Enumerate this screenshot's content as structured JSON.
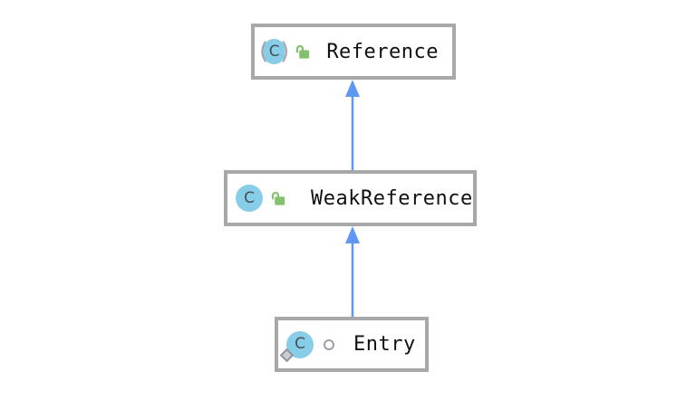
{
  "nodes": [
    {
      "name": "Reference",
      "kind": "class",
      "icon": "abstract-class-icon",
      "visibility_icon": "unlocked-padlock-icon"
    },
    {
      "name": "WeakReference",
      "kind": "class",
      "icon": "class-icon",
      "visibility_icon": "unlocked-padlock-icon"
    },
    {
      "name": "Entry",
      "kind": "class",
      "icon": "class-icon-with-diamond-badge",
      "visibility_icon": "package-private-ring-icon"
    }
  ],
  "edges": [
    {
      "from": "WeakReference",
      "to": "Reference",
      "relation": "extends",
      "style": "solid-blue-arrow-up"
    },
    {
      "from": "Entry",
      "to": "WeakReference",
      "relation": "extends",
      "style": "solid-blue-arrow-up"
    }
  ],
  "icons": {
    "class_letter": "C",
    "paren_open": "(",
    "paren_close": ")"
  },
  "colors": {
    "canvas-bg": "#ffffff",
    "node-bg": "#ffffff",
    "node-border": "#a8a8a8",
    "label-text": "#111111",
    "arrow-blue": "#5f97f3",
    "icon-circle-blue": "#87cde8",
    "icon-letter": "#474d52",
    "paren-gray": "#a0a6ac",
    "lock-green": "#85c06c",
    "ring-gray": "#9aa0a6",
    "badge-border": "#8f949a",
    "badge-fill": "#cbced2"
  }
}
